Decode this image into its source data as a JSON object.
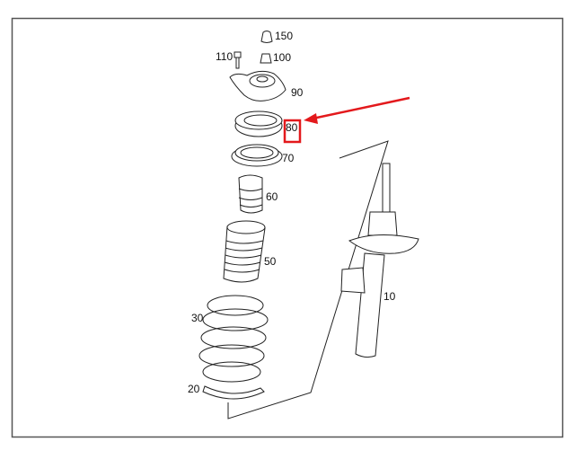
{
  "diagram": {
    "title": "Front strut assembly parts diagram",
    "highlight_color": "#e3191c",
    "callouts": {
      "p150": "150",
      "p110": "110",
      "p100": "100",
      "p90": "90",
      "p80": "80",
      "p70": "70",
      "p60": "60",
      "p50": "50",
      "p30": "30",
      "p20": "20",
      "p10": "10"
    }
  }
}
